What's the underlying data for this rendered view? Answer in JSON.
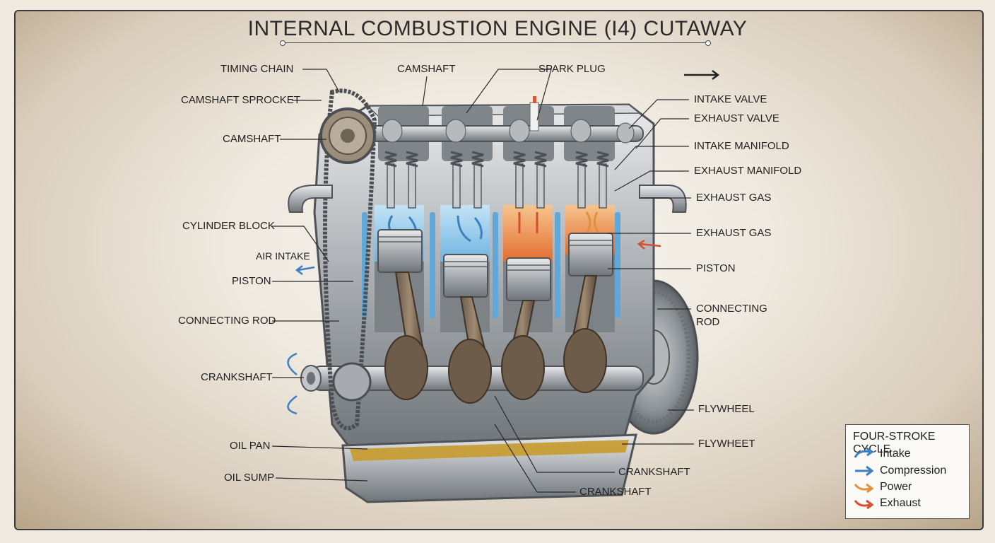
{
  "title": "INTERNAL COMBUSTION ENGINE (I4) CUTAWAY",
  "labels": {
    "timing_chain": "TIMING CHAIN",
    "camshaft_sprocket": "CAMSHAFT SPROCKET",
    "camshaft_left": "CAMSHAFT",
    "camshaft_top": "CAMSHAFT",
    "spark_plug": "SPARK PLUG",
    "cylinder_block": "CYLINDER BLOCK",
    "air_intake": "AIR INTAKE",
    "piston_left": "PISTON",
    "connecting_rod_left": "CONNECTING ROD",
    "crankshaft_left": "CRANKSHAFT",
    "oil_pan": "OIL PAN",
    "oil_sump": "OIL SUMP",
    "intake_valve": "INTAKE VALVE",
    "exhaust_valve": "EXHAUST VALVE",
    "intake_manifold": "INTAKE MANIFOLD",
    "exhaust_manifold": "EXHAUST MANIFOLD",
    "exhaust_gas_1": "EXHAUST GAS",
    "exhaust_gas_2": "EXHAUST GAS",
    "piston_right": "PISTON",
    "connecting_rod_right_1": "CONNECTING",
    "connecting_rod_right_2": "ROD",
    "flywheel": "FLYWHEEL",
    "flywheet": "FLYWHEET",
    "crankshaft_bottom_1": "CRANKSHAFT",
    "crankshaft_bottom_2": "CRANKSHAFT"
  },
  "legend": {
    "title": "FOUR-STROKE CYCLE",
    "items": [
      {
        "label": "Intake",
        "color": "#3d7fc1"
      },
      {
        "label": "Compression",
        "color": "#3d7fc1"
      },
      {
        "label": "Power",
        "color": "#e0923a"
      },
      {
        "label": "Exhaust",
        "color": "#d2502e"
      }
    ]
  },
  "colors": {
    "block": "#b9bcbf",
    "cool_chamber": "#9fd0ef",
    "hot_chamber": "#f0a060",
    "oil": "#c89a2e",
    "leader": "#2a2a2a"
  }
}
